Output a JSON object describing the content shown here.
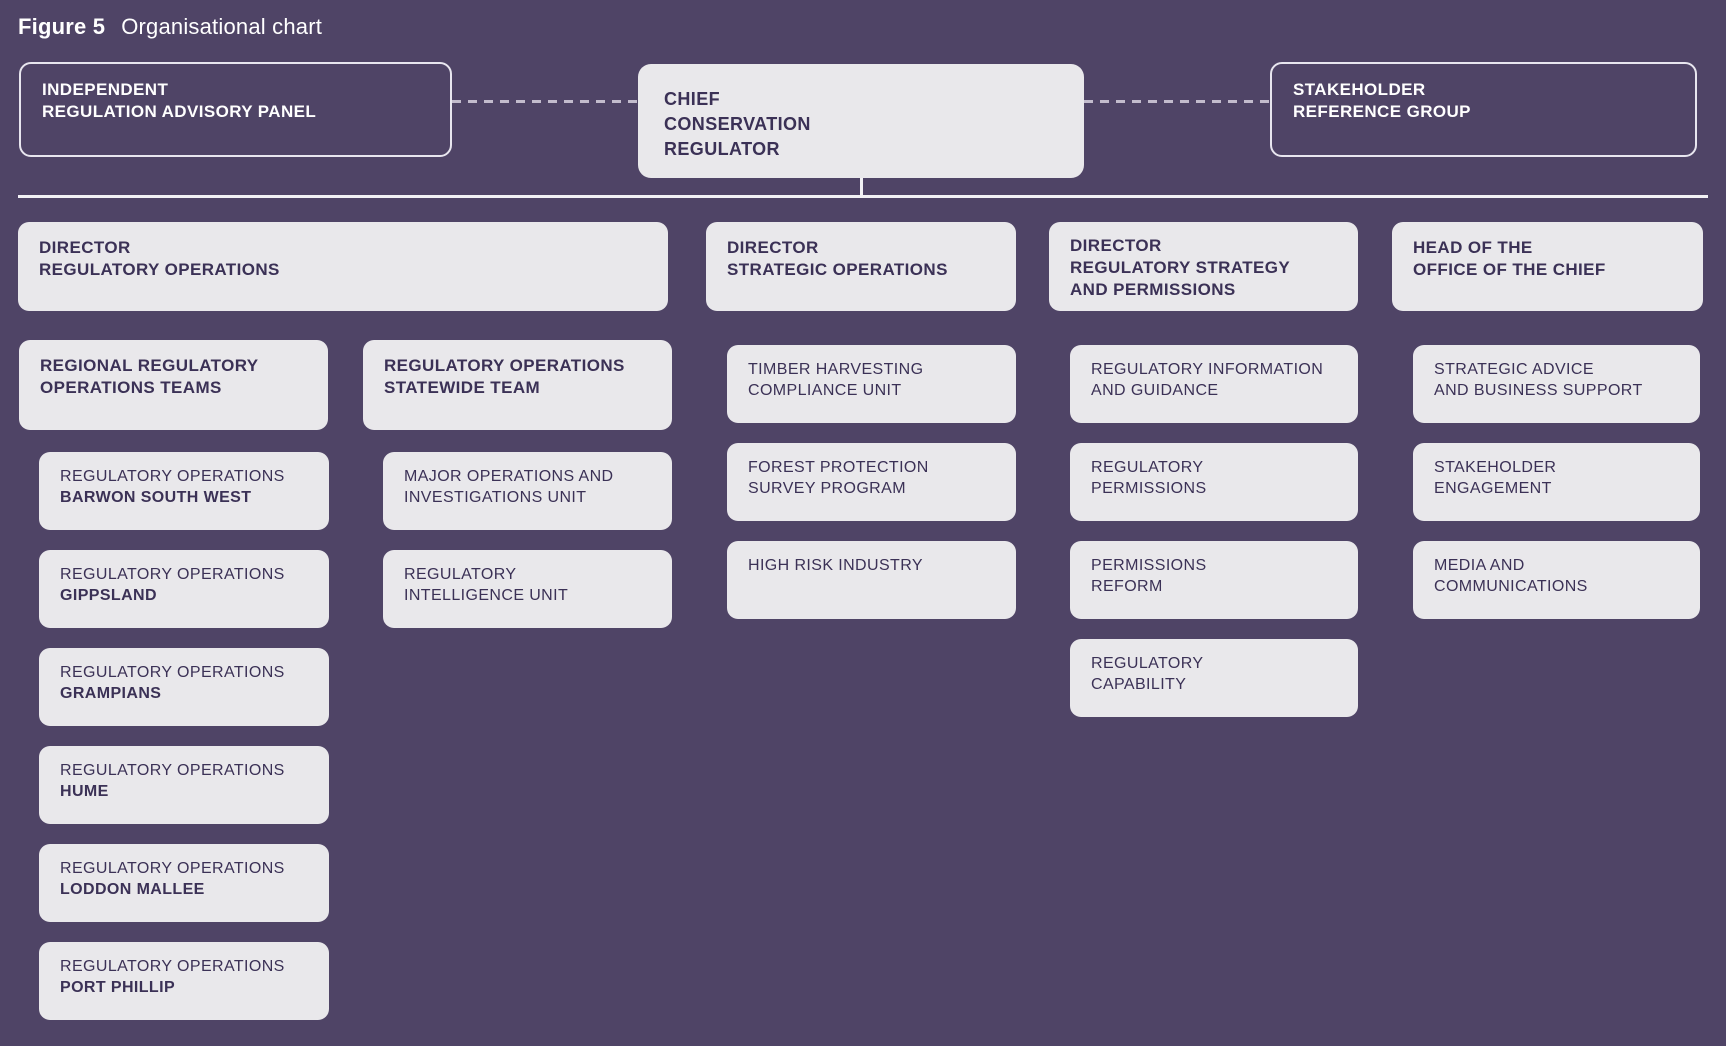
{
  "figure": {
    "label": "Figure 5",
    "title": "Organisational chart"
  },
  "colors": {
    "background": "#4f4466",
    "box_fill": "#e9e8eb",
    "box_text": "#3b3156",
    "outline_and_lines": "#f2f1f5",
    "dashed_connector": "#c3bccd",
    "title_text": "#ffffff"
  },
  "top_row": {
    "advisory_panel": {
      "lines": [
        "INDEPENDENT",
        "REGULATION ADVISORY PANEL"
      ]
    },
    "chief": {
      "lines": [
        "CHIEF",
        "CONSERVATION",
        "REGULATOR"
      ]
    },
    "reference_group": {
      "lines": [
        "STAKEHOLDER",
        "REFERENCE GROUP"
      ]
    }
  },
  "directors": {
    "regulatory_operations": {
      "lines": [
        "DIRECTOR",
        "REGULATORY OPERATIONS"
      ]
    },
    "strategic_operations": {
      "lines": [
        "DIRECTOR",
        "STRATEGIC OPERATIONS"
      ]
    },
    "regulatory_strategy": {
      "lines": [
        "DIRECTOR",
        "REGULATORY STRATEGY",
        "AND PERMISSIONS"
      ]
    },
    "head_office": {
      "lines": [
        "HEAD OF THE",
        "OFFICE OF THE CHIEF"
      ]
    }
  },
  "teams": {
    "regional_header": {
      "lines": [
        "REGIONAL REGULATORY",
        "OPERATIONS TEAMS"
      ]
    },
    "regions": [
      {
        "prefix": "REGULATORY OPERATIONS",
        "name": "BARWON SOUTH WEST"
      },
      {
        "prefix": "REGULATORY OPERATIONS",
        "name": "GIPPSLAND"
      },
      {
        "prefix": "REGULATORY OPERATIONS",
        "name": "GRAMPIANS"
      },
      {
        "prefix": "REGULATORY OPERATIONS",
        "name": "HUME"
      },
      {
        "prefix": "REGULATORY OPERATIONS",
        "name": "LODDON MALLEE"
      },
      {
        "prefix": "REGULATORY OPERATIONS",
        "name": "PORT PHILLIP"
      }
    ],
    "statewide_header": {
      "lines": [
        "REGULATORY OPERATIONS",
        "STATEWIDE TEAM"
      ]
    },
    "statewide_units": [
      {
        "lines": [
          "MAJOR OPERATIONS AND",
          "INVESTIGATIONS UNIT"
        ]
      },
      {
        "lines": [
          "REGULATORY",
          "INTELLIGENCE UNIT"
        ]
      }
    ],
    "strategic_units": [
      {
        "lines": [
          "TIMBER HARVESTING",
          "COMPLIANCE UNIT"
        ]
      },
      {
        "lines": [
          "FOREST PROTECTION",
          "SURVEY PROGRAM"
        ]
      },
      {
        "lines": [
          "HIGH RISK INDUSTRY"
        ]
      }
    ],
    "strategy_permissions_units": [
      {
        "lines": [
          "REGULATORY INFORMATION",
          "AND GUIDANCE"
        ]
      },
      {
        "lines": [
          "REGULATORY",
          "PERMISSIONS"
        ]
      },
      {
        "lines": [
          "PERMISSIONS",
          "REFORM"
        ]
      },
      {
        "lines": [
          "REGULATORY",
          "CAPABILITY"
        ]
      }
    ],
    "office_units": [
      {
        "lines": [
          "STRATEGIC ADVICE",
          "AND BUSINESS SUPPORT"
        ]
      },
      {
        "lines": [
          "STAKEHOLDER",
          "ENGAGEMENT"
        ]
      },
      {
        "lines": [
          "MEDIA AND",
          "COMMUNICATIONS"
        ]
      }
    ]
  }
}
